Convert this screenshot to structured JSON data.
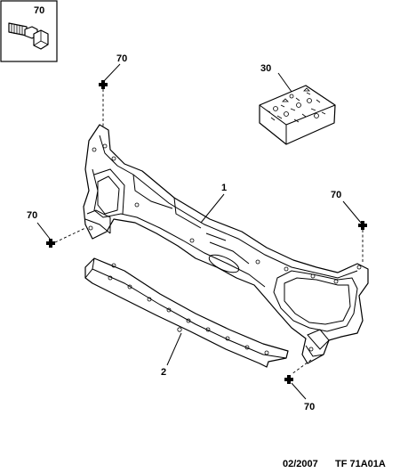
{
  "callouts": {
    "bolt_inset": "70",
    "top_left": "70",
    "kit": "30",
    "crossmember": "1",
    "left": "70",
    "right": "70",
    "reinforcement": "2",
    "bottom": "70"
  },
  "footer": {
    "date": "02/2007",
    "ref": "TF 71A01A"
  }
}
